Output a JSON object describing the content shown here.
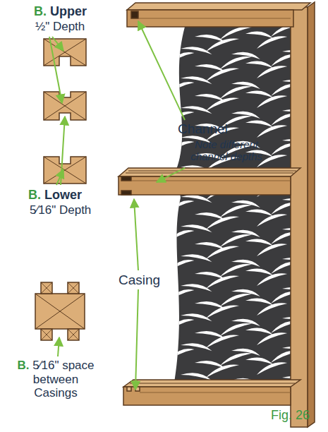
{
  "diagram": {
    "labels": [
      "B. Upper",
      "½\" Depth",
      "Channel",
      "Note different channel depths",
      "B. Lower",
      "5⁄16\" Depth",
      "Casing",
      "B. 5⁄16\" space between Casings",
      "Fig. 26"
    ]
  }
}
